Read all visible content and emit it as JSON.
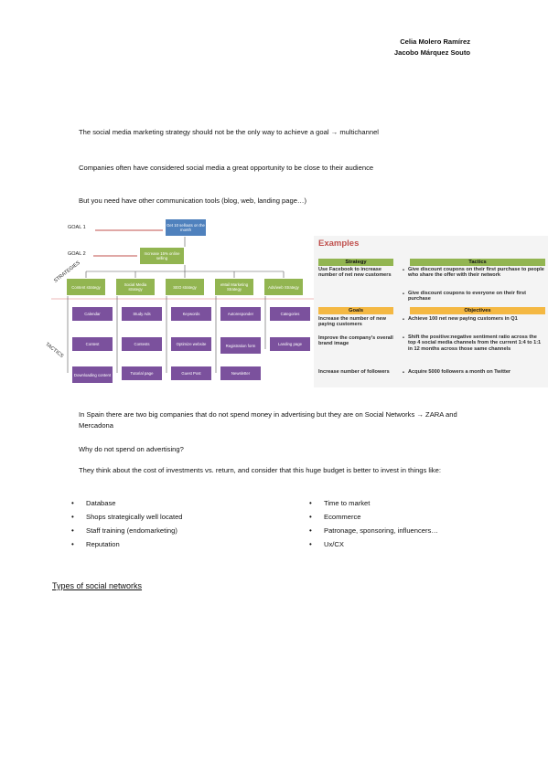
{
  "authors": [
    "Celia Molero Ramírez",
    "Jacobo Márquez Souto"
  ],
  "paragraphs_top": [
    "The social media marketing strategy should not be the only way to achieve a goal → multichannel",
    "Companies often have considered social media a great opportunity to be close to their audience",
    "But you need have other communication tools (blog, web, landing page…)"
  ],
  "diagram": {
    "goal1_label": "GOAL 1",
    "goal2_label": "GOAL 2",
    "strategies_label": "STRATEGIES",
    "tactics_label": "TACTICS",
    "goal1_box": "Get 10 sellouts on the month",
    "goal2_box": "Increase 15% online selling",
    "strategies": [
      "Content strategy",
      "Social Media strategy",
      "SEO strategy",
      "eMail Marketing Strategy",
      "Ads/web Strategy"
    ],
    "tactics": [
      [
        "Calendar",
        "Contest",
        "Downloading content"
      ],
      [
        "Study Ads",
        "Contests",
        "Tutorial page"
      ],
      [
        "Keywords",
        "Optimize website",
        "Guest Post"
      ],
      [
        "Autoresponder",
        "Registration form",
        "Newsletter"
      ],
      [
        "Categories",
        "Landing page"
      ]
    ]
  },
  "examples": {
    "title": "Examples",
    "headers": [
      "Strategy",
      "Tactics",
      "Goals",
      "Objectives"
    ],
    "strategy_text": "Use Facebook to increase number of net new customers",
    "tactics_bullets": [
      "Give discount coupons on their first purchase to people who share the offer with their network",
      "Give discount coupons to everyone on their first purchase"
    ],
    "goals": [
      "Increase the number of new paying customers",
      "Improve the company's overall brand image",
      "Increase number of followers"
    ],
    "objectives": [
      "Achieve 100 net new paying customers in Q1",
      "Shift the positive:negative sentiment ratio across the top 4 social media channels from the current 1:4 to 1:1 in 12 months across those same channels",
      "Acquire 5000 followers a month on Twitter"
    ]
  },
  "paragraphs_mid": [
    "In Spain there are two big companies that do not spend money in advertising but they are on Social Networks → ZARA and Mercadona",
    "Why do not spend on advertising?",
    "They think about the cost of investments vs. return, and consider that this huge budget is better to invest in things like:"
  ],
  "list_left": [
    "Database",
    "Shops strategically well located",
    "Staff training (endomarketing)",
    "Reputation"
  ],
  "list_right": [
    "Time to market",
    "Ecommerce",
    "Patronage, sponsoring, influencers…",
    "Ux/CX"
  ],
  "section_title": "Types of social networks"
}
